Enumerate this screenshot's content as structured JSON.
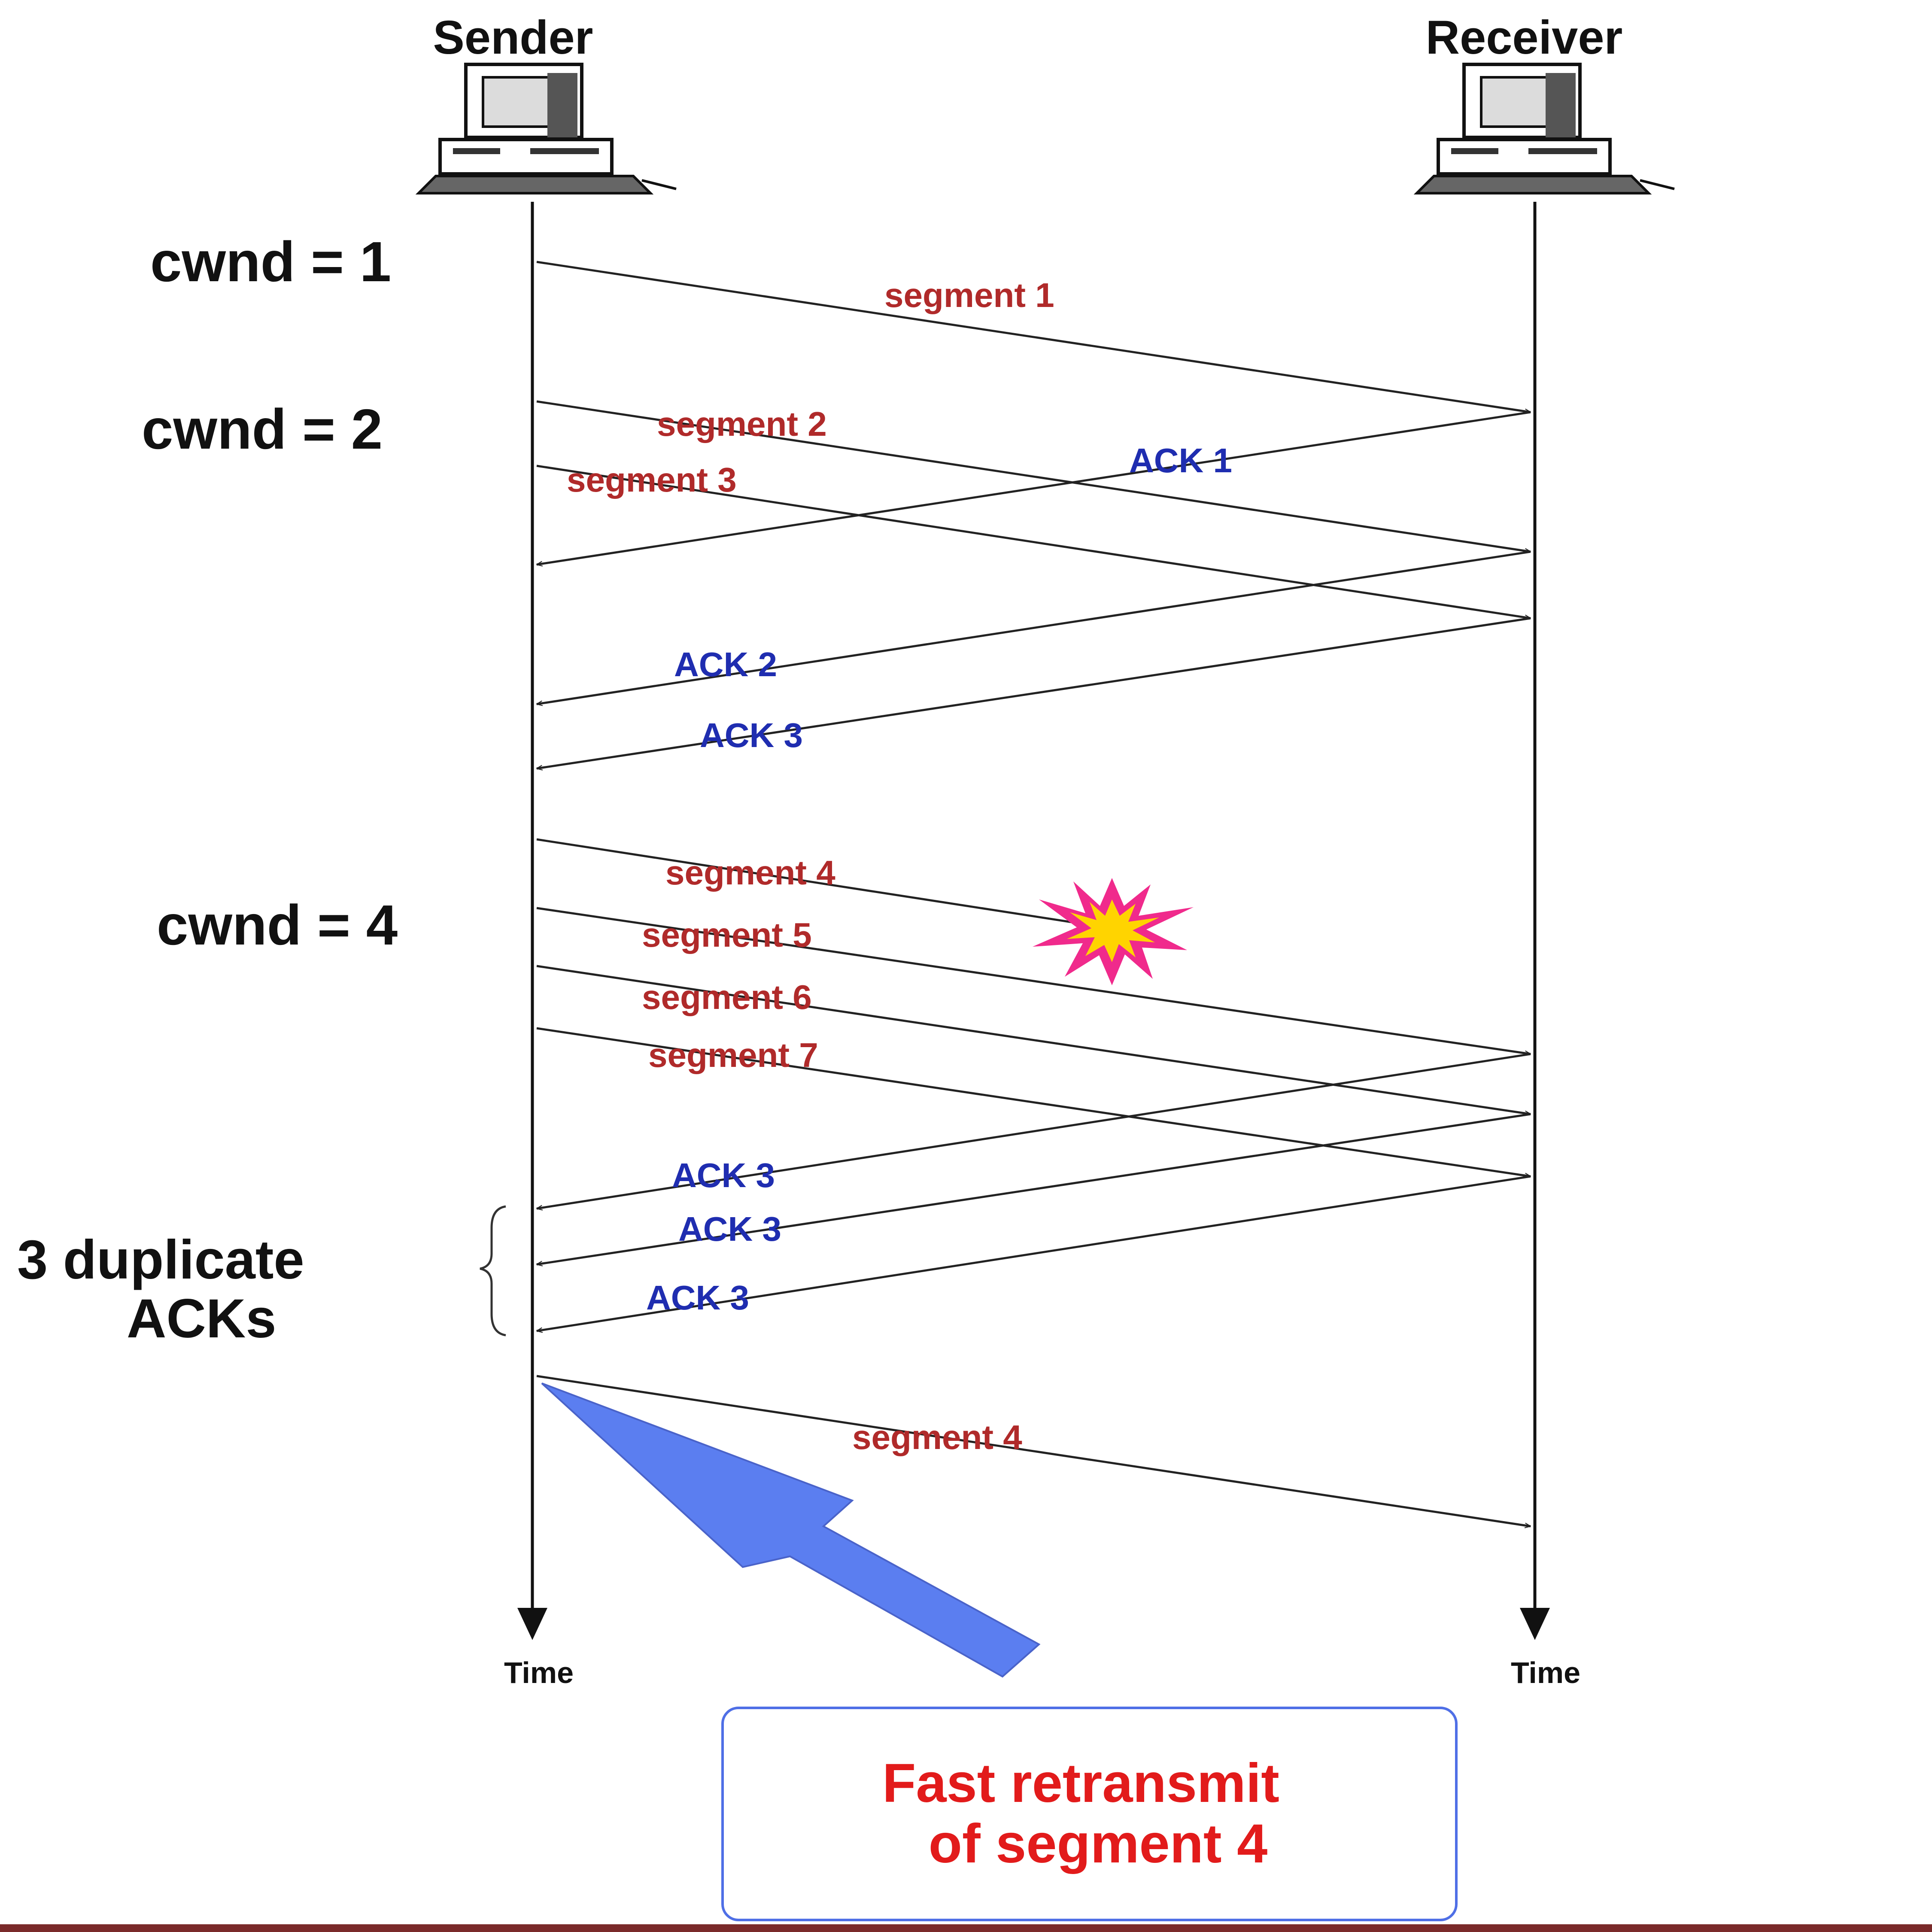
{
  "hosts": {
    "sender": "Sender",
    "receiver": "Receiver"
  },
  "time_label": "Time",
  "cwnd_labels": [
    "cwnd = 1",
    "cwnd = 2",
    "cwnd = 4"
  ],
  "segments": [
    "segment 1",
    "segment 2",
    "segment 3",
    "segment 4",
    "segment 5",
    "segment 6",
    "segment 7",
    "segment 4"
  ],
  "acks": [
    "ACK 1",
    "ACK 2",
    "ACK 3",
    "ACK 3",
    "ACK 3",
    "ACK 3"
  ],
  "duplicate_acks": {
    "line1": "3 duplicate",
    "line2": "ACKs"
  },
  "callout": {
    "line1": "Fast retransmit",
    "line2": "of segment 4"
  },
  "colors": {
    "segment_text": "#b02a2a",
    "ack_text": "#1f2db0",
    "callout_text": "#e21b1b",
    "callout_border": "#4f6fe6",
    "callout_arrow": "#5b7ef0",
    "loss_burst_outer": "#f02a8c",
    "loss_burst_inner": "#ffd400"
  },
  "icons": [
    "computer-icon",
    "computer-icon",
    "loss-burst-icon",
    "callout-arrow"
  ]
}
